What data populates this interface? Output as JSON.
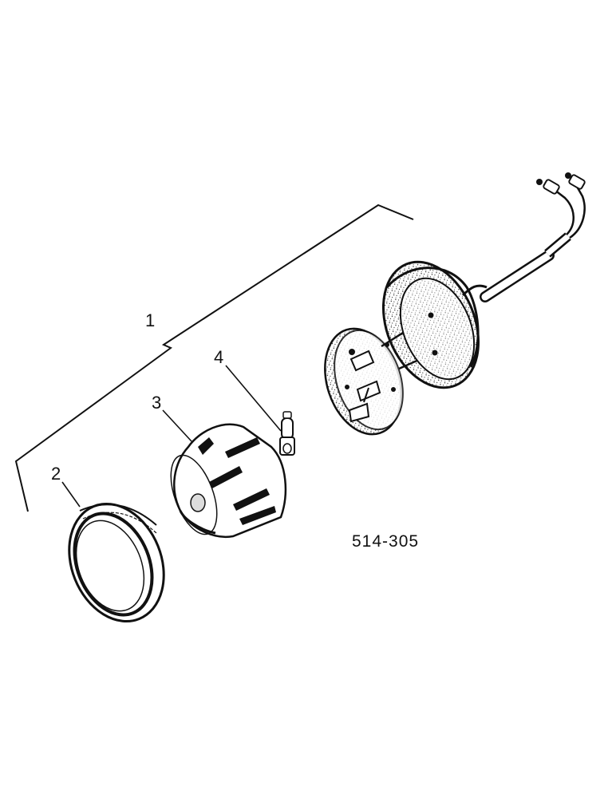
{
  "callouts": {
    "part_1": "1",
    "part_2": "2",
    "part_3": "3",
    "part_4": "4"
  },
  "figure_number": "514-305",
  "colors": {
    "ink": "#111111",
    "paper": "#ffffff"
  }
}
